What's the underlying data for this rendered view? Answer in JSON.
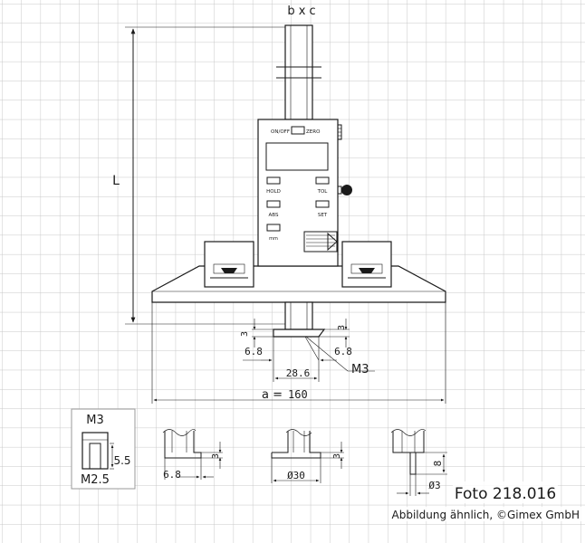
{
  "top_label": "b x c",
  "length_label": "L",
  "gauge": {
    "on_off": "ON/OFF",
    "zero": "ZERO",
    "hold": "HOLD",
    "tol": "TOL",
    "abs": "ABS",
    "set": "SET",
    "mm": "mm"
  },
  "dims": {
    "top_3": "3",
    "left_3": "3",
    "left_6_8": "6.8",
    "right_6_8": "6.8",
    "width_28_6": "28.6",
    "thread": "M3",
    "a_label": "a =",
    "a_value": "160"
  },
  "detail_box": {
    "m3": "M3",
    "dim_5_5": "5.5",
    "m2_5": "M2.5"
  },
  "tips": {
    "flat_6_8": "6.8",
    "flat_3": "3",
    "disc_3": "3",
    "disc_dia": "Ø30",
    "pin_8": "8",
    "pin_dia": "Ø3"
  },
  "caption": {
    "photo": "Foto 218.016",
    "credit": "Abbildung ähnlich, ©Gimex GmbH"
  }
}
